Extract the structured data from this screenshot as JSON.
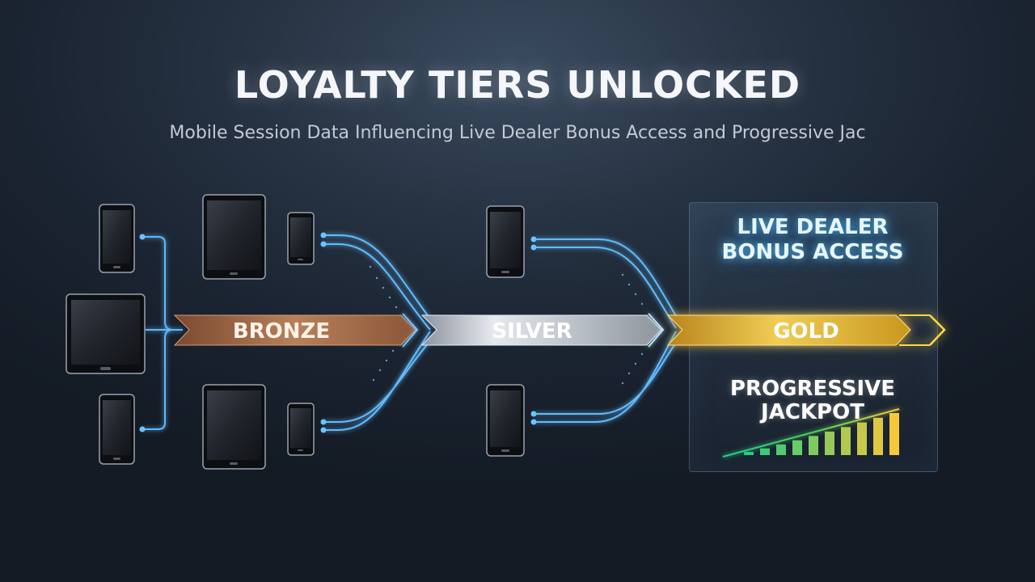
{
  "title": "LOYALTY TIERS UNLOCKED",
  "subtitle": "Mobile Session Data Influencing Live Dealer Bonus Access and Progressive Jac",
  "tiers": [
    {
      "label": "BRONZE",
      "color": "#a8704a"
    },
    {
      "label": "SILVER",
      "color": "#c8ccd2"
    },
    {
      "label": "GOLD",
      "color": "#e8c24a"
    }
  ],
  "live_dealer": {
    "line1": "LIVE DEALER",
    "line2": "BONUS ACCESS"
  },
  "jackpot": {
    "line1": "PROGRESSIVE",
    "line2": "JACKPOT"
  },
  "colors": {
    "flow_line": "#5fb8ff",
    "accent_glow": "#4fc3ff",
    "jackpot_start": "#2ecc71",
    "jackpot_end": "#f1c40f"
  },
  "icons": [
    "smartphone-icon",
    "tablet-icon",
    "arrow-right-icon",
    "bar-chart-icon"
  ]
}
